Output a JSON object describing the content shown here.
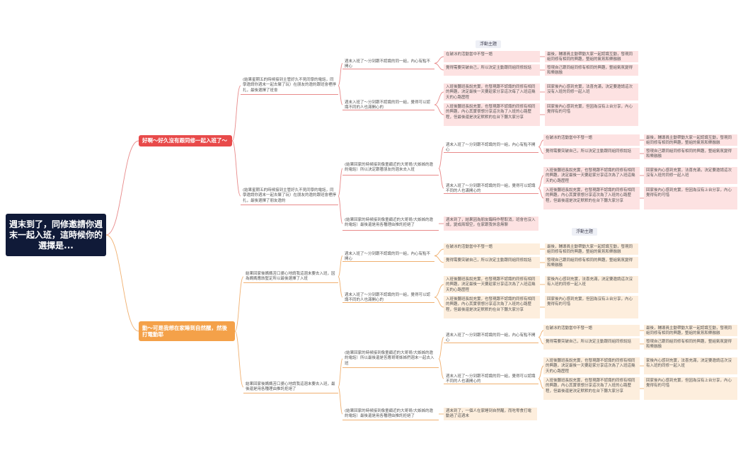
{
  "root": {
    "title": "週末到了，同修邀請你週末一起入班，這時候你的選擇是..."
  },
  "floating": [
    "浮動主題",
    "浮動主題"
  ],
  "branches": [
    {
      "label": "好啊～好久沒有跟同修一起入班了～",
      "color": "#e84a4a",
      "children": [
        {
          "label": "(結果星期五的時候接到主管好久不見同學的電話，同學邀請你週末一起去聚了玩）在朋友的邀約跟班會裡掙扎，最後選擇了班會",
          "children": [
            {
              "label": "週末入班了～分到跟不認識的同一組，內心有點不開心",
              "children": [
                {
                  "label": "在破冰的活動當中不發一語",
                  "leaf": "最後，輔導員主動帶動大家一起認識互動，發現同組同修有相同的興趣，整組的氣氛和樂融融"
                },
                {
                  "label": "覺得需要突破自己，所以決定主動跟同組同修說話",
                  "leaf": "發現自己跟同組同修有相同的興趣，整組氣氛變得和樂融融"
                }
              ]
            },
            {
              "label": "週末入班了～分到跟不認識的同一組，覺得可以認識不同的人也滿開心的",
              "children": [
                {
                  "label": "入班後聽班長說充實，也發現跟不認識的同修有相同的興趣，決定最後一天要趁家分享這次每了入班這幾天的心路歷程",
                  "leaf": "回家後內心感到充實，法喜充滿，決定要邀請這次沒有入班的同修一起入班"
                },
                {
                  "label": "入班後聽班長說充實，也發現跟不認識的同修有相同的興趣，內心其實很想分享這次為了入班的心路歷程，但最後還是決定默默的在台下聽大家分享",
                  "leaf": "回家後內心感到充實，但因為沒有上台分享，內心覺得有的可惜"
                }
              ]
            }
          ]
        },
        {
          "label": "(結果星期五的時候接到主管好久不見同學的電話，同學邀請你週末一起去聚了玩）在朋友的邀約跟班會裡掙扎，最後選擇了朋友邀約",
          "children": [
            {
              "label": "(結果回家的時候接到像童顧近的大哥哥/大姊姊的邀約電話）所以決定跟著朋友的週末去入班",
              "children": [
                {
                  "label": "週末入班了～分到跟不認識的同一組，內心有點不開心",
                  "children": [
                    {
                      "label": "在破冰的活動當中不發一語",
                      "leaf": "最後，輔導員主動帶動大家一起認識互動，發現同組同修有相同的興趣，整組的氣氛和樂融融"
                    },
                    {
                      "label": "覺得需要突破自己，所以決定主動跟同組同修說話",
                      "leaf": "發現自己跟同組同修有相同的興趣，整組氣氛變得和樂融融"
                    }
                  ]
                },
                {
                  "label": "週末入班了～分到跟不認識的同一組，覺得可以認識不同的人也滿開心的",
                  "children": [
                    {
                      "label": "入班後聽班長說充實，也發現跟不認識的同修有相同的興趣，決定最後一天要趁家分享這次為了入班這幾天的心路歷程",
                      "leaf": "回家後內心感到充實，法喜充滿，決定要邀請這次沒有入班的同修一起入班"
                    },
                    {
                      "label": "入班後聽班長說充實，也發現跟不認識的同修有相同的興趣，內心其實很想分享這次為了入班的心路歷程，但最後還是決定默默的在台下聽大家分享",
                      "leaf": "回家後內心感到充實，但因為沒有上台分享，內心覺得有的可惜"
                    }
                  ]
                }
              ]
            },
            {
              "label": "(結果回家的時候接到像童顧近的大哥哥/大姊姊的邀約電話）最後還是用各種理由推託拒絕了",
              "leaf": "週末到了，結果因為朋友臨時作程取消，班會也沒入成，變成兩頭空，在家跟我休息無聊"
            }
          ]
        }
      ]
    },
    {
      "label": "動～可是我想在家睡到自然醒，然後打電動耶",
      "color": "#f4a149",
      "children": [
        {
          "label": "結果回家後媽媽苦口婆心地請我這週末要去入班，因為媽媽應該堅定所以最後選擇了入班",
          "children": [
            {
              "label": "週末入班了～分到跟不認識的同一組，內心有點不開心",
              "children": [
                {
                  "label": "在破冰的活動當中不發一語",
                  "leaf": "最後，輔導員主動帶動大家一起認識互動，發現同組同修有相同的興趣，整組的氣氛和樂融融"
                },
                {
                  "label": "覺得需要突破自己，所以決定主動跟同組同修說話",
                  "leaf": "發現自己跟同組同修有相同的興趣，整組氣氛變得和樂融融"
                }
              ]
            },
            {
              "label": "週末入班了～分到跟不認識的同一組，覺得可以認識不同的人也滿開心的",
              "children": [
                {
                  "label": "入班後聽班長說充實，也發現跟不認識的同修有相同的興趣，決定最後一天要趁家分享這次為了入班這幾天的心路歷程",
                  "leaf": "家後內心感到充實，法喜充滿，決定要邀請這次沒有入班的同修一起入班"
                },
                {
                  "label": "入班後聽班長說充實，也發現跟不認識的同修有相同的興趣，內心其實很想分享這次為了入班的心路歷程，但最後還是決定默默的在台下聽大家分享",
                  "leaf": "回家後內心感到充實，但因為沒有上台分享，內心覺得有的可惜"
                }
              ]
            }
          ]
        },
        {
          "label": "結果回家後媽媽苦口婆心地請我這週末要去入班，最後還是用各種理由推託拒絕了",
          "children": [
            {
              "label": "(結果回家的時候接到像童顧近的大哥哥/大姊姊的邀約電話）所以最後還是答應哥哥姊姊們週末一起去入班",
              "children": [
                {
                  "label": "週末入班了～分到跟不認識的同一組，內心有點不開心",
                  "children": [
                    {
                      "label": "在破冰的活動當中不發一語",
                      "leaf": "最後，輔導員主動帶動大家一起認識互動，發現同組同修有相同的興趣，整組的氣氛和樂融融"
                    },
                    {
                      "label": "覺得需要突破自己，所以決定主動跟同組同修說話",
                      "leaf": "發現自己跟同組同修有相同的興趣，整組氣氛變得和樂融融"
                    }
                  ]
                },
                {
                  "label": "週末入班了～分到跟不認識的同一組，覺得可以認識不同的人也滿開心的",
                  "children": [
                    {
                      "label": "入班後聽班長說充實，也發現跟不認識的同修有相同的興趣，決定最後一天要趁家分享這次為了入班這幾天的心路歷程",
                      "leaf": "家後內心感到充實，法喜充滿，決定要邀請這次沒有入班的同修一起入班"
                    },
                    {
                      "label": "入班後聽班長說充實，也發現跟不認識的同修有相同的興趣，內心其實很想分享這次為了入班的心路歷程，但最後還是決定默默的在台下聽大家分享",
                      "leaf": "回家後內心感到充實，但因為沒有上台分享，內心覺得有的可惜"
                    }
                  ]
                }
              ]
            },
            {
              "label": "(結果回家的時候接到像童顧近的大哥哥/大姊姊的邀約電話）最後還是用各種理由推託拒絕了",
              "leaf": "週末到了，一個人在家睡到自然醒，而吃零食打電動過了這週末"
            }
          ]
        }
      ]
    }
  ]
}
